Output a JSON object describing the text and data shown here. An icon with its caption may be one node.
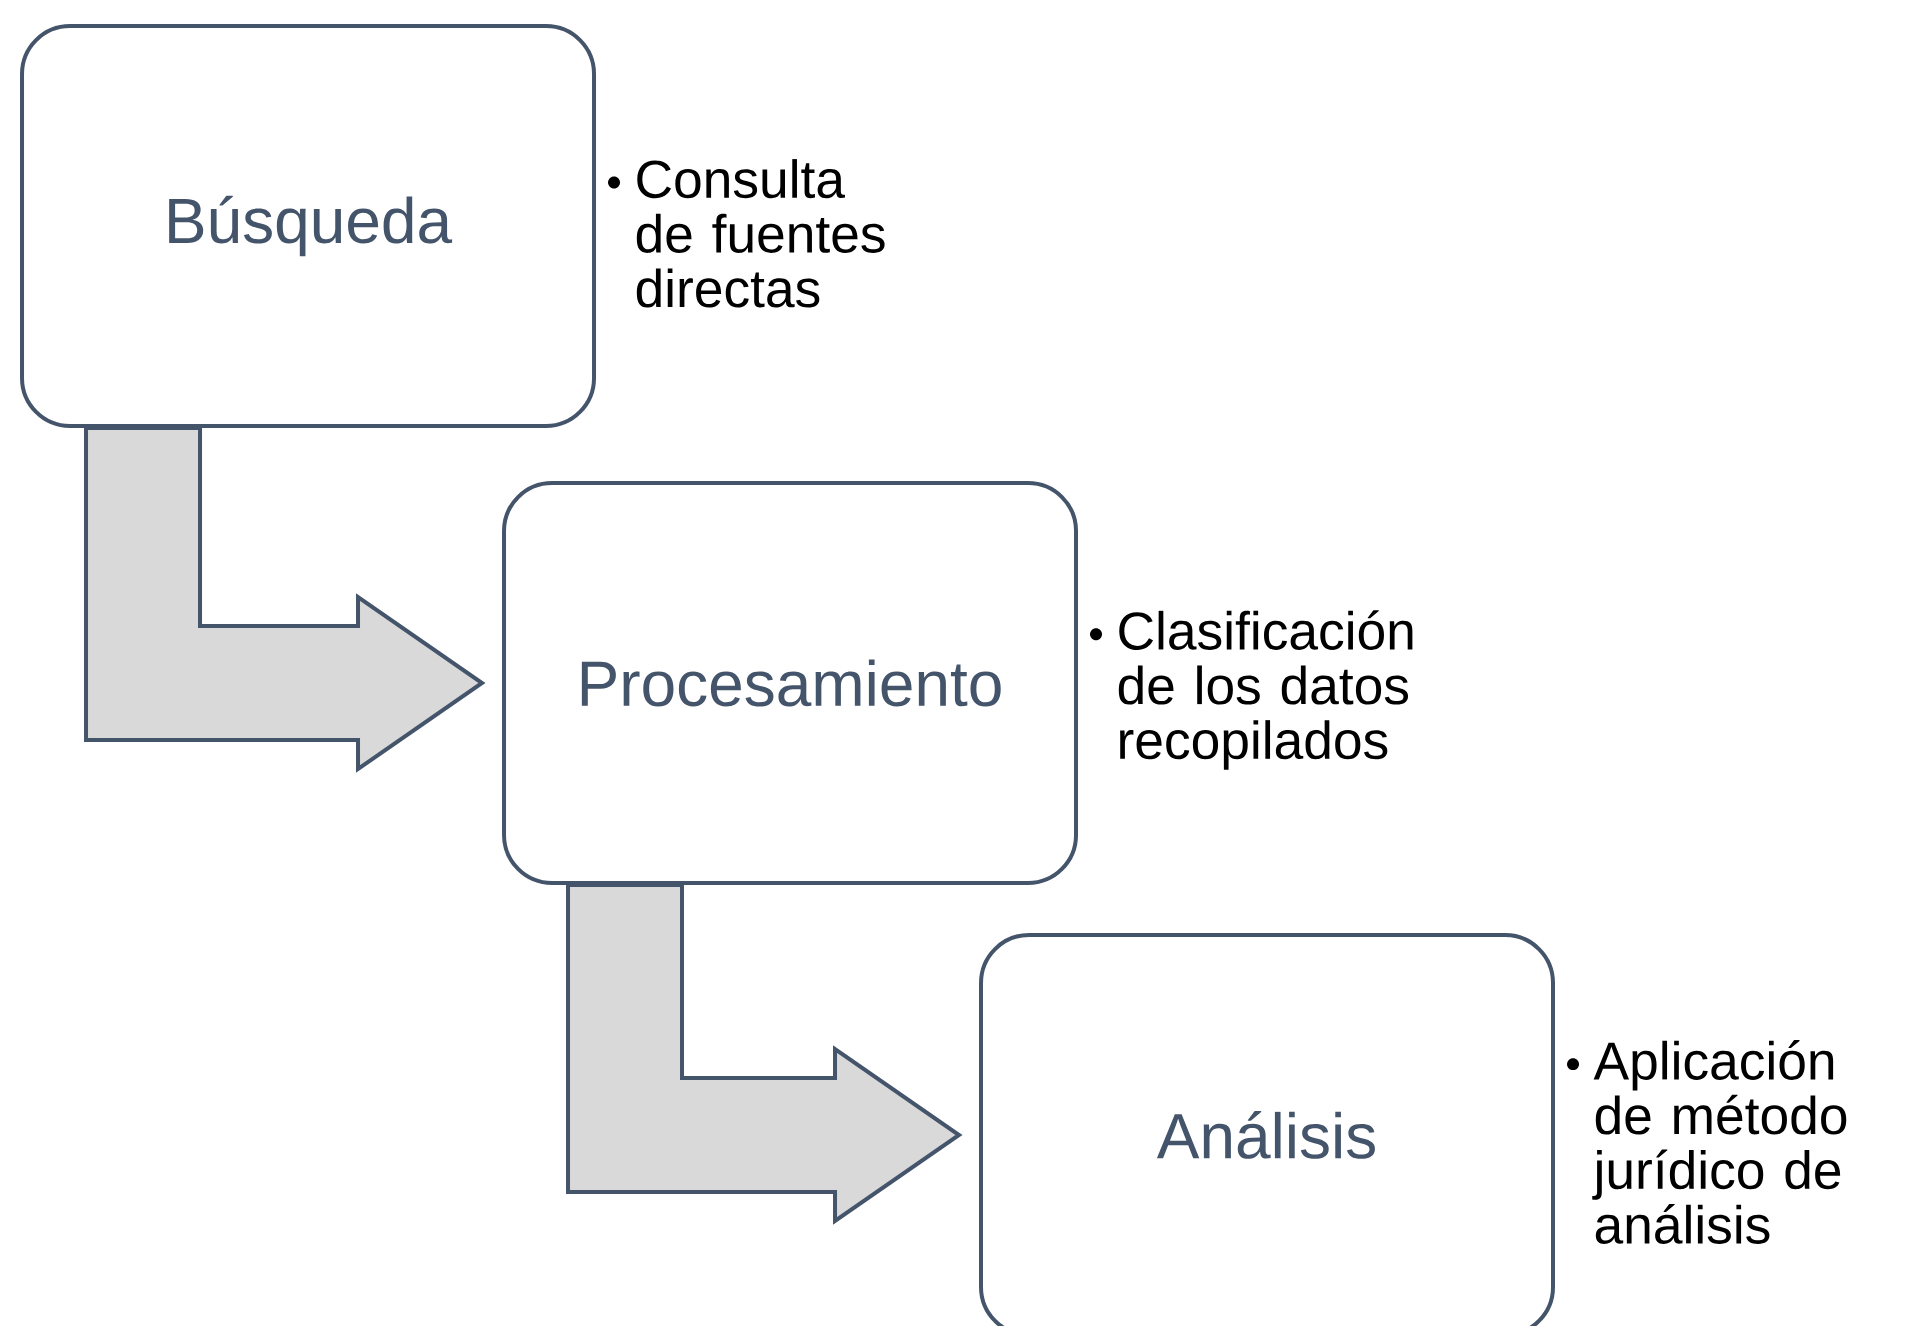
{
  "diagram": {
    "nodes": [
      {
        "text": [
          "Búsqueda"
        ],
        "beside": [
          "Consulta de fuentes directas"
        ]
      },
      {
        "text": [
          "Procesamiento"
        ],
        "beside": [
          "Clasificación de los datos recopilados"
        ]
      },
      {
        "text": [
          "Análisis"
        ],
        "beside": [
          "Aplicación de método jurídico de análisis"
        ]
      }
    ],
    "edges": [
      {
        "from": 0,
        "to": 1,
        "arrow": "to"
      },
      {
        "from": 1,
        "to": 2,
        "arrow": "to"
      }
    ]
  }
}
